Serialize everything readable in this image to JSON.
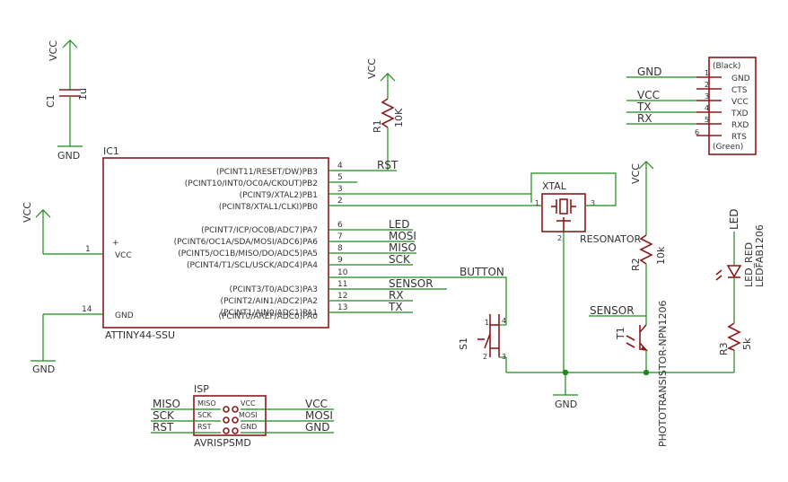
{
  "power": {
    "vcc": "VCC",
    "gnd": "GND"
  },
  "c1": {
    "name": "C1",
    "value": "1u"
  },
  "r1": {
    "name": "R1",
    "value": "10K"
  },
  "r2": {
    "name": "R2",
    "value": "10k"
  },
  "r3": {
    "name": "R3",
    "value": "5k"
  },
  "ic1": {
    "name": "IC1",
    "part": "ATTINY44-SSU",
    "left_pins": [
      {
        "num": "1",
        "label": "VCC",
        "mark": "+"
      },
      {
        "num": "14",
        "label": "GND"
      }
    ],
    "right_pins": [
      {
        "num": "4",
        "label": "(PCINT11/RESET/DW)PB3"
      },
      {
        "num": "5",
        "label": "(PCINT10/INT0/OC0A/CKOUT)PB2"
      },
      {
        "num": "3",
        "label": "(PCINT9/XTAL2)PB1"
      },
      {
        "num": "2",
        "label": "(PCINT8/XTAL1/CLKI)PB0"
      },
      {
        "num": "6",
        "label": "(PCINT7/ICP/OC0B/ADC7)PA7"
      },
      {
        "num": "7",
        "label": "(PCINT6/OC1A/SDA/MOSI/ADC6)PA6"
      },
      {
        "num": "8",
        "label": "(PCINT5/OC1B/MISO/DO/ADC5)PA5"
      },
      {
        "num": "9",
        "label": "(PCINT4/T1/SCL/USCK/ADC4)PA4"
      },
      {
        "num": "10",
        "label": "(PCINT3/T0/ADC3)PA3"
      },
      {
        "num": "11",
        "label": "(PCINT2/AIN1/ADC2)PA2"
      },
      {
        "num": "12",
        "label": "(PCINT1/AIN0/ADC1)PA1"
      },
      {
        "num": "13",
        "label": "(PCINT0/AREF/ADC0)PA0"
      }
    ]
  },
  "nets": {
    "rst": "RST",
    "led": "LED",
    "mosi": "MOSI",
    "miso": "MISO",
    "sck": "SCK",
    "button": "BUTTON",
    "sensor": "SENSOR",
    "rx": "RX",
    "tx": "TX",
    "gnd": "GND",
    "vcc": "VCC"
  },
  "xtal": {
    "name": "XTAL",
    "part": "RESONATOR",
    "pin1": "1",
    "pin2": "2",
    "pin3": "3"
  },
  "s1": {
    "name": "S1",
    "pins": [
      "1",
      "2",
      "3",
      "4"
    ]
  },
  "t1": {
    "name": "T1",
    "part": "PHOTOTRANSISTOR-NPN1206"
  },
  "led": {
    "name": "LED_RED",
    "part": "LEDFAB1206",
    "net": "LED"
  },
  "ftdi": {
    "top": "(Black)",
    "bottom": "(Green)",
    "pins": [
      {
        "num": "1",
        "label": "GND"
      },
      {
        "num": "2",
        "label": "CTS"
      },
      {
        "num": "3",
        "label": "VCC"
      },
      {
        "num": "4",
        "label": "TXD"
      },
      {
        "num": "5",
        "label": "RXD"
      },
      {
        "num": "6",
        "label": "RTS"
      }
    ],
    "nets": [
      "GND",
      "VCC",
      "TX",
      "RX"
    ]
  },
  "isp": {
    "name": "ISP",
    "part": "AVRISPSMD",
    "left_pins": [
      "MISO",
      "SCK",
      "RST"
    ],
    "right_pins": [
      "VCC",
      "MOSI",
      "GND"
    ],
    "left_nets": [
      "MISO",
      "SCK",
      "RST"
    ],
    "right_nets": [
      "VCC",
      "MOSI",
      "GND"
    ]
  }
}
